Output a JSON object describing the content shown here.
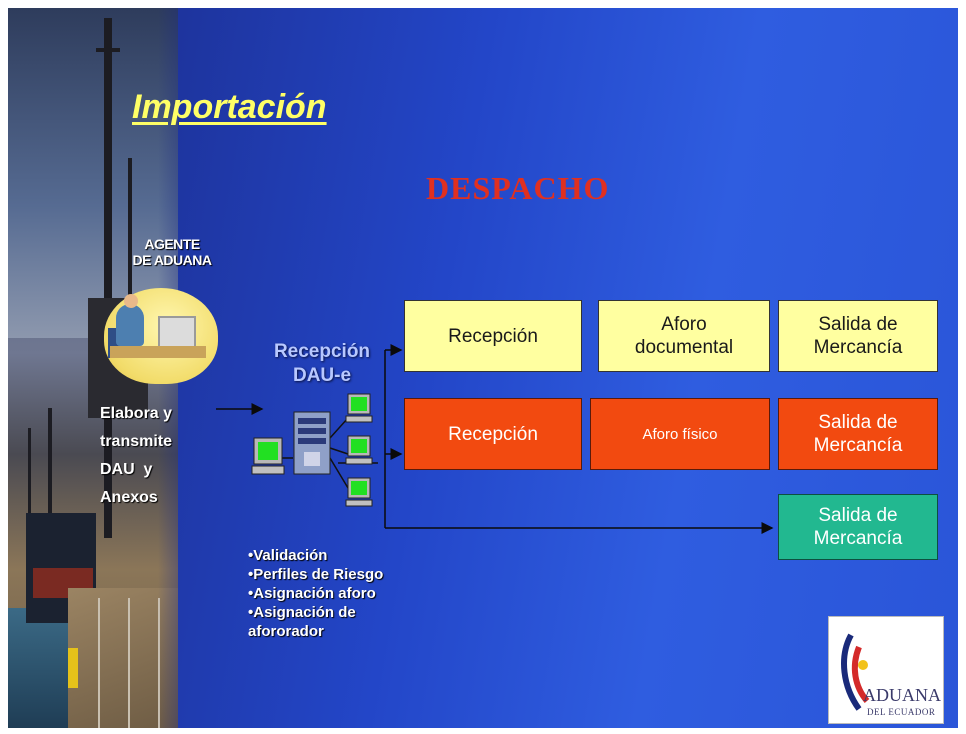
{
  "title": "Importación",
  "heading": "DESPACHO",
  "agent": {
    "line1": "AGENTE",
    "line2": "DE ADUANA"
  },
  "agent_action": [
    "Elabora y",
    "transmite",
    "DAU  y",
    "Anexos"
  ],
  "reception": {
    "line1": "Recepción",
    "line2": "DAU-e"
  },
  "bullets": [
    "•Validación",
    "•Perfiles de Riesgo",
    "•Asignación aforo",
    "•Asignación de",
    "afororador"
  ],
  "rows": {
    "yellow": {
      "b1": "Recepción",
      "b2a": "Aforo",
      "b2b": "documental",
      "b3a": "Salida de",
      "b3b": "Mercancía",
      "color": "#ffffa0"
    },
    "red": {
      "b1": "Recepción",
      "b2": "Aforo físico",
      "b3a": "Salida de",
      "b3b": "Mercancía",
      "color": "#f24a10"
    },
    "green": {
      "b3a": "Salida de",
      "b3b": "Mercancía",
      "color": "#22b890"
    }
  },
  "logo": {
    "name": "ADUANA",
    "sub": "DEL ECUADOR"
  },
  "icons": [
    "agent-desk-clipart",
    "computer-icon",
    "server-icon",
    "arrow-icon",
    "aduana-logo-icon"
  ]
}
